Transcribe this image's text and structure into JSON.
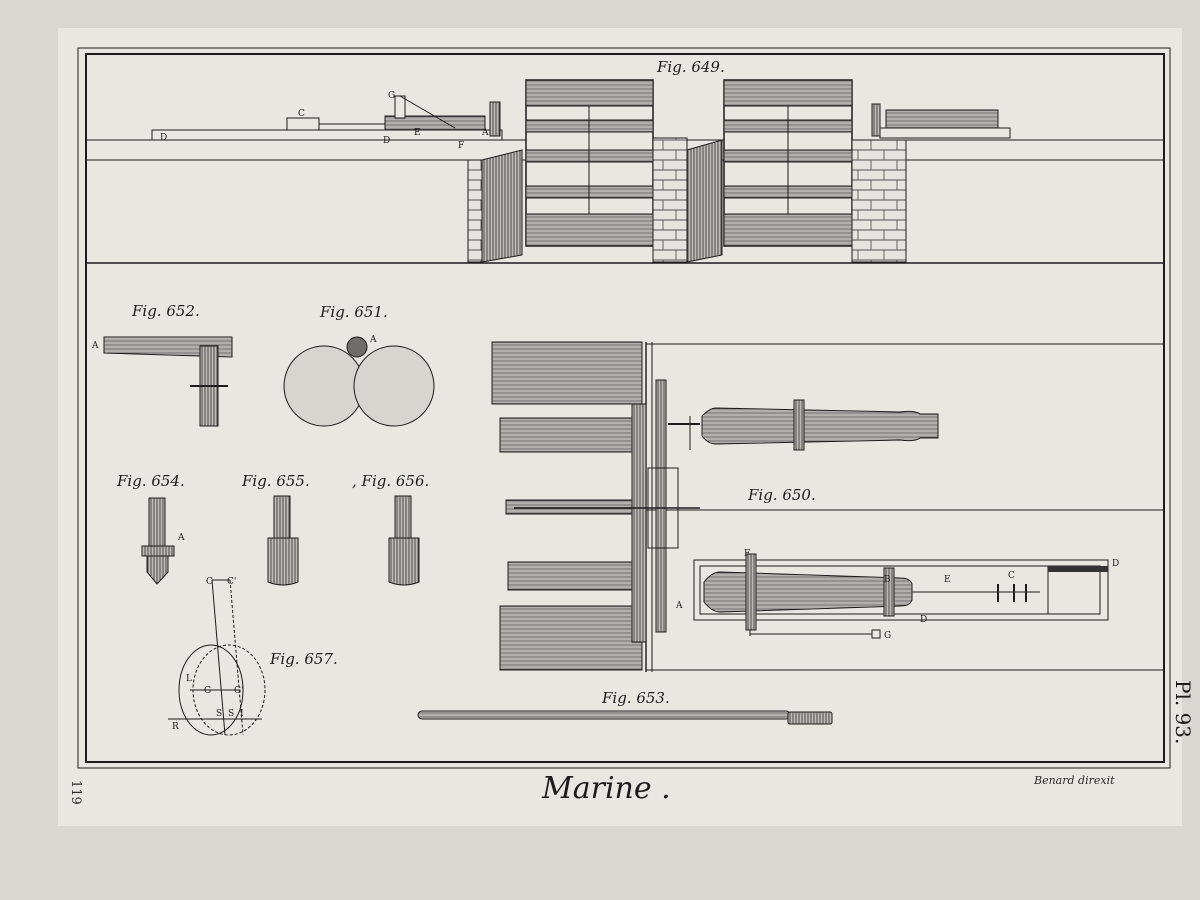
{
  "plate": {
    "title": "Marine .",
    "plate_number": "Pl. 93.",
    "credit": "Benard direxit",
    "page_number": "119"
  },
  "figures": {
    "f649": "Fig. 649.",
    "f650": "Fig. 650.",
    "f651": "Fig. 651.",
    "f652": "Fig. 652.",
    "f653": "Fig. 653.",
    "f654": "Fig. 654.",
    "f655": "Fig. 655.",
    "f656": ", Fig. 656.",
    "f657": "Fig. 657."
  },
  "letters": {
    "A": "A",
    "B": "B",
    "C": "C",
    "C2": "C'",
    "D": "D",
    "E": "E",
    "F": "F",
    "G": "G",
    "G2": "G'",
    "L": "L",
    "R": "R",
    "S": "S",
    "I": "I"
  },
  "colors": {
    "paper": "#d9d7d2",
    "plate": "#e9e7e2",
    "ink": "#1c1c1c",
    "shade": "#8c8a86"
  }
}
